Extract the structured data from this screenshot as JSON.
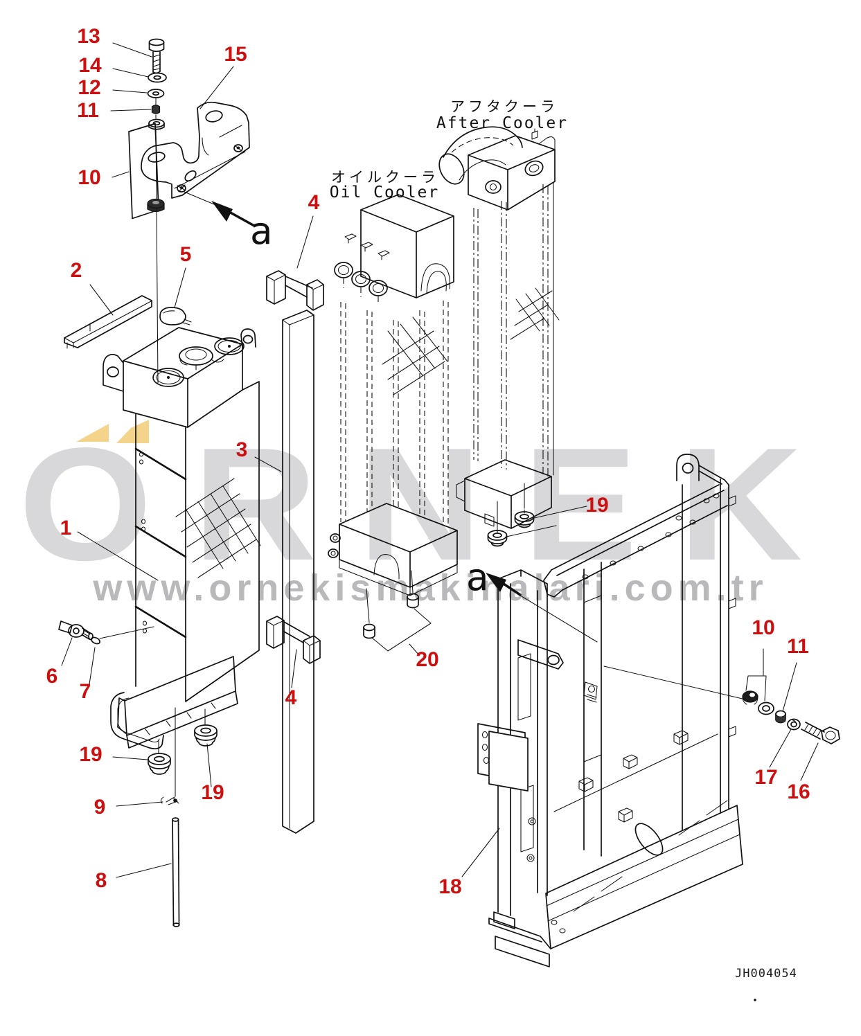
{
  "page": {
    "background": "#ffffff"
  },
  "watermark": {
    "brand": "ORNEK",
    "url": "www.ornekismakinalari.com.tr",
    "brand_color": "#d8d8da",
    "url_color": "#b9b9bc",
    "accent_yellow": "#f3d48a"
  },
  "drawing_code": "JH004054",
  "component_labels": {
    "after_cooler_jp": "アフタクーラ",
    "after_cooler_en": "After Cooler",
    "oil_cooler_jp": "オイルクーラ",
    "oil_cooler_en": "Oil Cooler"
  },
  "view_labels": {
    "top": "a",
    "bottom": "a"
  },
  "style": {
    "callout_color": "#cc1010",
    "line_color": "#111111"
  },
  "callouts": [
    {
      "id": "13",
      "label": "13"
    },
    {
      "id": "14",
      "label": "14"
    },
    {
      "id": "12",
      "label": "12"
    },
    {
      "id": "11a",
      "label": "11"
    },
    {
      "id": "10a",
      "label": "10"
    },
    {
      "id": "15",
      "label": "15"
    },
    {
      "id": "2",
      "label": "2"
    },
    {
      "id": "5",
      "label": "5"
    },
    {
      "id": "4a",
      "label": "4"
    },
    {
      "id": "3",
      "label": "3"
    },
    {
      "id": "1",
      "label": "1"
    },
    {
      "id": "6",
      "label": "6"
    },
    {
      "id": "7",
      "label": "7"
    },
    {
      "id": "19a",
      "label": "19"
    },
    {
      "id": "19b",
      "label": "19"
    },
    {
      "id": "9",
      "label": "9"
    },
    {
      "id": "8",
      "label": "8"
    },
    {
      "id": "4b",
      "label": "4"
    },
    {
      "id": "20",
      "label": "20"
    },
    {
      "id": "19c",
      "label": "19"
    },
    {
      "id": "10b",
      "label": "10"
    },
    {
      "id": "11b",
      "label": "11"
    },
    {
      "id": "17",
      "label": "17"
    },
    {
      "id": "16",
      "label": "16"
    },
    {
      "id": "18",
      "label": "18"
    }
  ]
}
